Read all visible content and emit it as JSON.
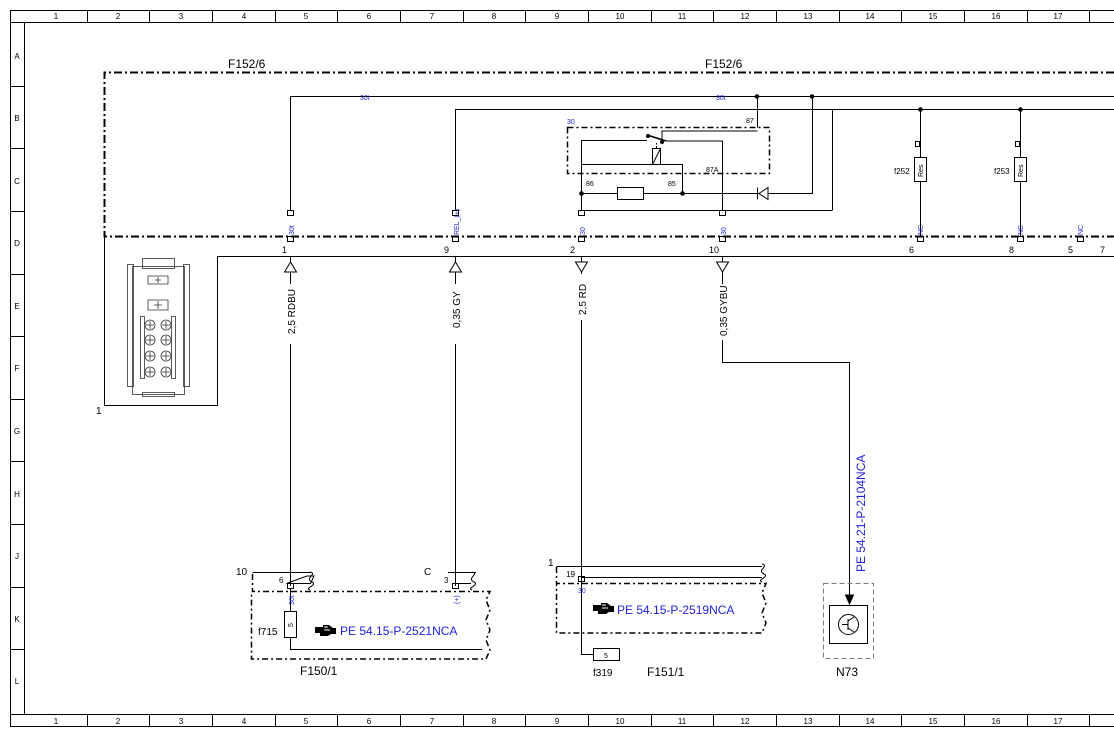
{
  "grid": {
    "columns": [
      "1",
      "2",
      "3",
      "4",
      "5",
      "6",
      "7",
      "8",
      "9",
      "10",
      "11",
      "12",
      "13",
      "14",
      "15",
      "16",
      "17"
    ],
    "rows": [
      "A",
      "B",
      "C",
      "D",
      "E",
      "F",
      "G",
      "H",
      "J",
      "K",
      "L"
    ]
  },
  "modules": {
    "top_left_label": "F152/6",
    "top_center_label": "F152/6",
    "bottom_left": "F150/1",
    "bottom_mid": "F151/1",
    "bottom_right": "N73"
  },
  "connector": {
    "ref": "1",
    "pins": [
      "1",
      "9",
      "2",
      "10",
      "6",
      "8",
      "5",
      "7"
    ]
  },
  "pin_signals": {
    "p1": "30t",
    "p9": "REL_(+)",
    "p2": "30",
    "p10": "30",
    "p6": "NC",
    "p8": "NC",
    "p5": "NC"
  },
  "rail_labels": {
    "left": "30t",
    "right": "30t"
  },
  "relay": {
    "t30": "30",
    "t87": "87",
    "t87a": "87A",
    "t86": "86",
    "t85": "85"
  },
  "fuses": [
    {
      "id": "f252",
      "body": "Res"
    },
    {
      "id": "f253",
      "body": "Res"
    },
    {
      "id": "f715",
      "body": "5"
    },
    {
      "id": "f319",
      "body": "5"
    }
  ],
  "wires": [
    {
      "id": "w1",
      "label": "2,5 RDBU"
    },
    {
      "id": "w2",
      "label": "0,35 GY"
    },
    {
      "id": "w3",
      "label": "2,5 RD"
    },
    {
      "id": "w4",
      "label": "0,35 GYBU"
    }
  ],
  "refs": {
    "ref1": "PE 54.15-P-2521NCA",
    "ref2": "PE 54.15-P-2519NCA",
    "ref3": "PE 54.21-P-2104NCA"
  },
  "f150": {
    "conn": "10",
    "pin_a": "6",
    "sig_a": "30t",
    "conn_c": "C",
    "pin_b": "3",
    "sig_b": "(+)"
  },
  "f151": {
    "conn": "1",
    "pin": "19",
    "sig": "30"
  },
  "colors": {
    "line": "#000000",
    "signal_text": "#1f1fd8",
    "grid_text": "#000000",
    "module_border": "#000000",
    "n73_border": "#7a7a7a"
  }
}
